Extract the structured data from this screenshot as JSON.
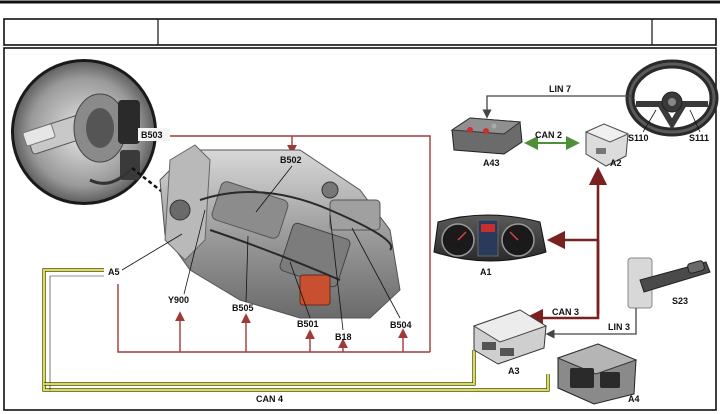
{
  "header": {
    "cells": [
      "",
      "",
      ""
    ]
  },
  "components": {
    "B503": "B503",
    "B502": "B502",
    "A5": "A5",
    "Y900": "Y900",
    "B505": "B505",
    "B501": "B501",
    "B18": "B18",
    "B504": "B504",
    "A43": "A43",
    "A2": "A2",
    "S110": "S110",
    "S111": "S111",
    "A1": "A1",
    "S23": "S23",
    "A3": "A3",
    "A4": "A4"
  },
  "buses": {
    "lin7": "LIN 7",
    "can2": "CAN 2",
    "can3": "CAN 3",
    "lin3": "LIN 3",
    "can4": "CAN 4"
  },
  "colors": {
    "sensor_wire": "#a03a3a",
    "can_bus": "#7a2020",
    "lin_bus": "#4a4a4a",
    "can2_green": "#4f8f3a",
    "can4_yellow": "#c8c820",
    "frame": "#111111"
  }
}
